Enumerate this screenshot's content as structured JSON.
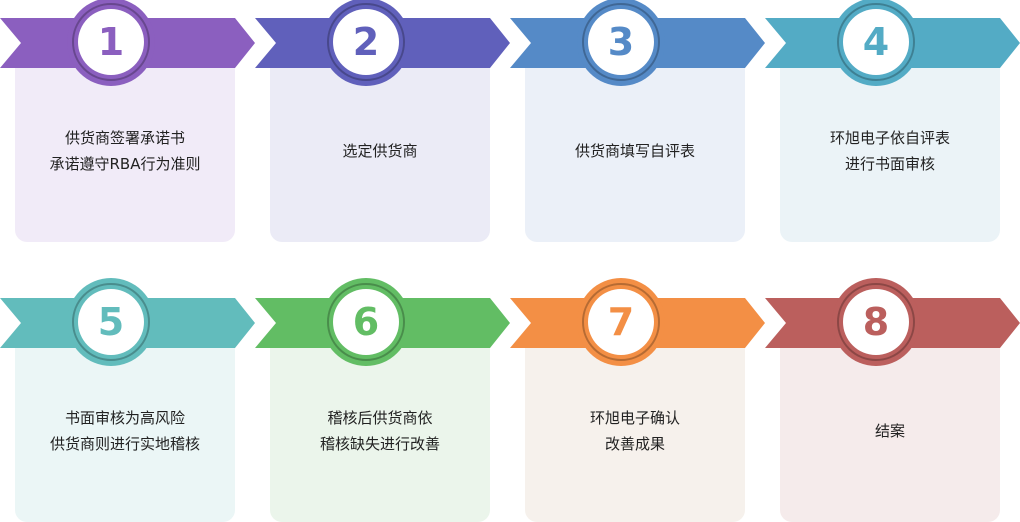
{
  "steps": [
    {
      "number": "1",
      "lines": [
        "供货商签署承诺书",
        "承诺遵守RBA行为准则"
      ],
      "color": "#8b5fbf",
      "card_bg": "#f1ebf8",
      "row": "top",
      "col": 0
    },
    {
      "number": "2",
      "lines": [
        "选定供货商",
        ""
      ],
      "color": "#6060bb",
      "card_bg": "#ebebf6",
      "row": "top",
      "col": 1
    },
    {
      "number": "3",
      "lines": [
        "供货商填写自评表",
        ""
      ],
      "color": "#558ac7",
      "card_bg": "#ebf0f8",
      "row": "top",
      "col": 2
    },
    {
      "number": "4",
      "lines": [
        "环旭电子依自评表",
        "进行书面审核"
      ],
      "color": "#53abc5",
      "card_bg": "#ebf3f7",
      "row": "top",
      "col": 3
    },
    {
      "number": "5",
      "lines": [
        "书面审核为高风险",
        "供货商则进行实地稽核"
      ],
      "color": "#62bcbc",
      "card_bg": "#ebf6f6",
      "row": "bottom",
      "col": 0
    },
    {
      "number": "6",
      "lines": [
        "稽核后供货商依",
        "稽核缺失进行改善"
      ],
      "color": "#62bd64",
      "card_bg": "#ebf5eb",
      "row": "bottom",
      "col": 1
    },
    {
      "number": "7",
      "lines": [
        "环旭电子确认",
        "改善成果"
      ],
      "color": "#f38f45",
      "card_bg": "#f6f1ec",
      "row": "bottom",
      "col": 2
    },
    {
      "number": "8",
      "lines": [
        "结案",
        ""
      ],
      "color": "#bb5f5d",
      "card_bg": "#f5ebeb",
      "row": "bottom",
      "col": 3
    }
  ]
}
